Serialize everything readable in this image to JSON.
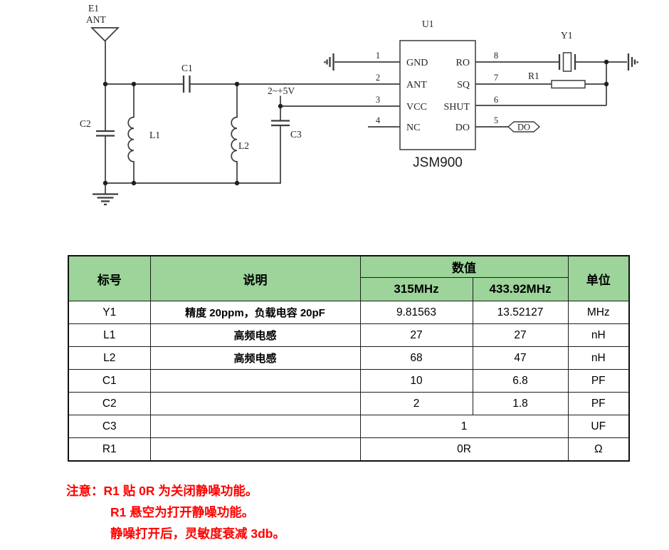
{
  "schematic": {
    "antenna": {
      "ref": "E1",
      "label": "ANT"
    },
    "power_label": "2~+5V",
    "components": {
      "c1": "C1",
      "c2": "C2",
      "c3": "C3",
      "l1": "L1",
      "l2": "L2",
      "y1": "Y1",
      "r1": "R1"
    },
    "do_tag": "DO",
    "ic": {
      "ref": "U1",
      "part": "JSM900",
      "left_pins": [
        {
          "num": "1",
          "name": "GND"
        },
        {
          "num": "2",
          "name": "ANT"
        },
        {
          "num": "3",
          "name": "VCC"
        },
        {
          "num": "4",
          "name": "NC"
        }
      ],
      "right_pins": [
        {
          "num": "8",
          "name": "RO"
        },
        {
          "num": "7",
          "name": "SQ"
        },
        {
          "num": "6",
          "name": "SHUT"
        },
        {
          "num": "5",
          "name": "DO"
        }
      ]
    }
  },
  "table": {
    "headers": {
      "label": "标号",
      "desc": "说明",
      "value": "数值",
      "unit": "单位",
      "freq_315": "315MHz",
      "freq_433": "433.92MHz"
    },
    "rows": [
      {
        "label": "Y1",
        "desc": "精度 20ppm，负载电容 20pF",
        "v315": "9.81563",
        "v433": "13.52127",
        "unit": "MHz"
      },
      {
        "label": "L1",
        "desc": "高频电感",
        "v315": "27",
        "v433": "27",
        "unit": "nH"
      },
      {
        "label": "L2",
        "desc": "高频电感",
        "v315": "68",
        "v433": "47",
        "unit": "nH"
      },
      {
        "label": "C1",
        "desc": "",
        "v315": "10",
        "v433": "6.8",
        "unit": "PF"
      },
      {
        "label": "C2",
        "desc": "",
        "v315": "2",
        "v433": "1.8",
        "unit": "PF"
      },
      {
        "label": "C3",
        "desc": "",
        "value_merged": "1",
        "unit": "UF"
      },
      {
        "label": "R1",
        "desc": "",
        "value_merged": "0R",
        "unit": "Ω"
      }
    ]
  },
  "notes": {
    "lines": [
      "注意：R1 贴 0R 为关闭静噪功能。",
      "R1 悬空为打开静噪功能。",
      "静噪打开后，灵敏度衰减 3db。"
    ]
  },
  "colors": {
    "table_header_green": "#9cd49a",
    "note_red": "#ff0000",
    "wire_gray": "#3c3c3c"
  }
}
